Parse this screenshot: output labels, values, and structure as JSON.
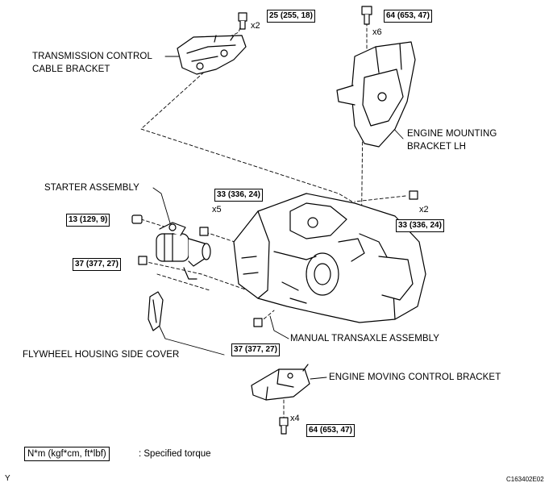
{
  "labels": {
    "cable_bracket_line1": "TRANSMISSION CONTROL",
    "cable_bracket_line2": "CABLE BRACKET",
    "engine_bracket_line1": "ENGINE MOUNTING",
    "engine_bracket_line2": "BRACKET LH",
    "starter": "STARTER ASSEMBLY",
    "transaxle": "MANUAL TRANSAXLE ASSEMBLY",
    "flywheel_cover": "FLYWHEEL HOUSING SIDE COVER",
    "moving_bracket": "ENGINE MOVING CONTROL BRACKET"
  },
  "torques": {
    "cable_bracket": "25 (255, 18)",
    "engine_bracket": "64 (653, 47)",
    "starter_upper": "33 (336, 24)",
    "starter_nut": "13 (129, 9)",
    "starter_lower": "37 (377, 27)",
    "transaxle_right": "33 (336, 24)",
    "transaxle_bottom": "37 (377, 27)",
    "moving_bracket": "64 (653, 47)"
  },
  "quantities": {
    "cable_bracket": "x2",
    "engine_bracket": "x6",
    "starter_upper": "x5",
    "transaxle_right": "x2",
    "moving_bracket": "x4"
  },
  "legend": {
    "unit": "N*m (kgf*cm, ft*lbf)",
    "description": ": Specified torque"
  },
  "corner": {
    "left": "Y",
    "right": "C163402E02"
  }
}
